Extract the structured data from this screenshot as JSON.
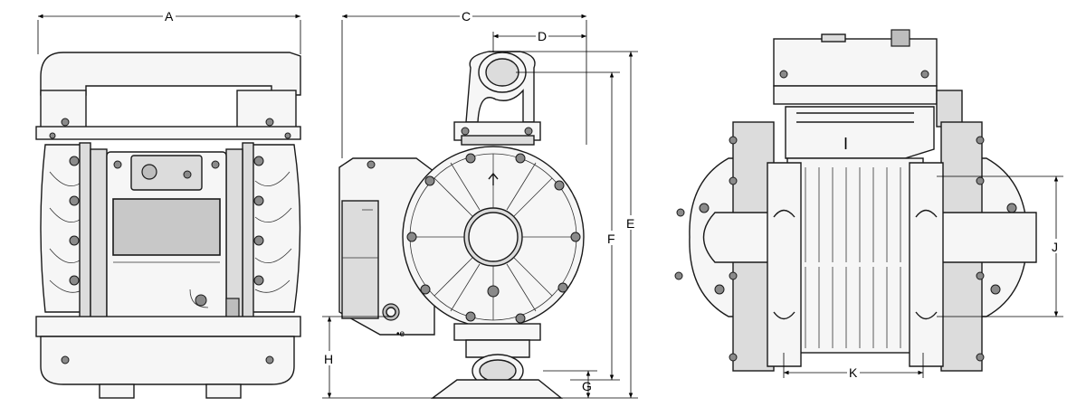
{
  "dimensions": {
    "A": "A",
    "C": "C",
    "D": "D",
    "E": "E",
    "F": "F",
    "G": "G",
    "H": "H",
    "J": "J",
    "K": "K"
  },
  "icons": {
    "front_view": "pump-front-view-drawing",
    "side_view": "pump-side-view-drawing",
    "top_view": "pump-top-view-drawing"
  },
  "colors": {
    "line": "#1a1a1a",
    "background": "#ffffff",
    "shade": "#dcdcdc"
  }
}
